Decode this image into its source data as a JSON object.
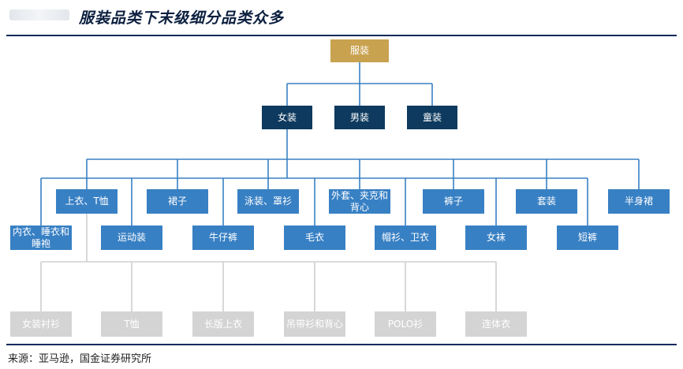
{
  "header": {
    "title": "服装品类下末级细分品类众多"
  },
  "source": "来源：亚马逊，国金证券研究所",
  "colors": {
    "root": "#c9a24f",
    "level1": "#0d3a5e",
    "level2": "#3880c4",
    "level3": "#d4d4d4",
    "connector": "#3880c4",
    "connector_grey": "#cfcfcf"
  },
  "tree": {
    "root": "服装",
    "level1": [
      "女装",
      "男装",
      "童装"
    ],
    "level2": [
      "内衣、睡衣和睡袍",
      "上衣、T恤",
      "运动装",
      "裙子",
      "牛仔裤",
      "泳装、罩衫",
      "毛衣",
      "外套、夹克和背心",
      "帽衫、卫衣",
      "裤子",
      "女袜",
      "套装",
      "短裤",
      "半身裙"
    ],
    "level3": [
      "女装衬衫",
      "T恤",
      "长版上衣",
      "吊带衫和背心",
      "POLO衫",
      "连体衣"
    ]
  }
}
